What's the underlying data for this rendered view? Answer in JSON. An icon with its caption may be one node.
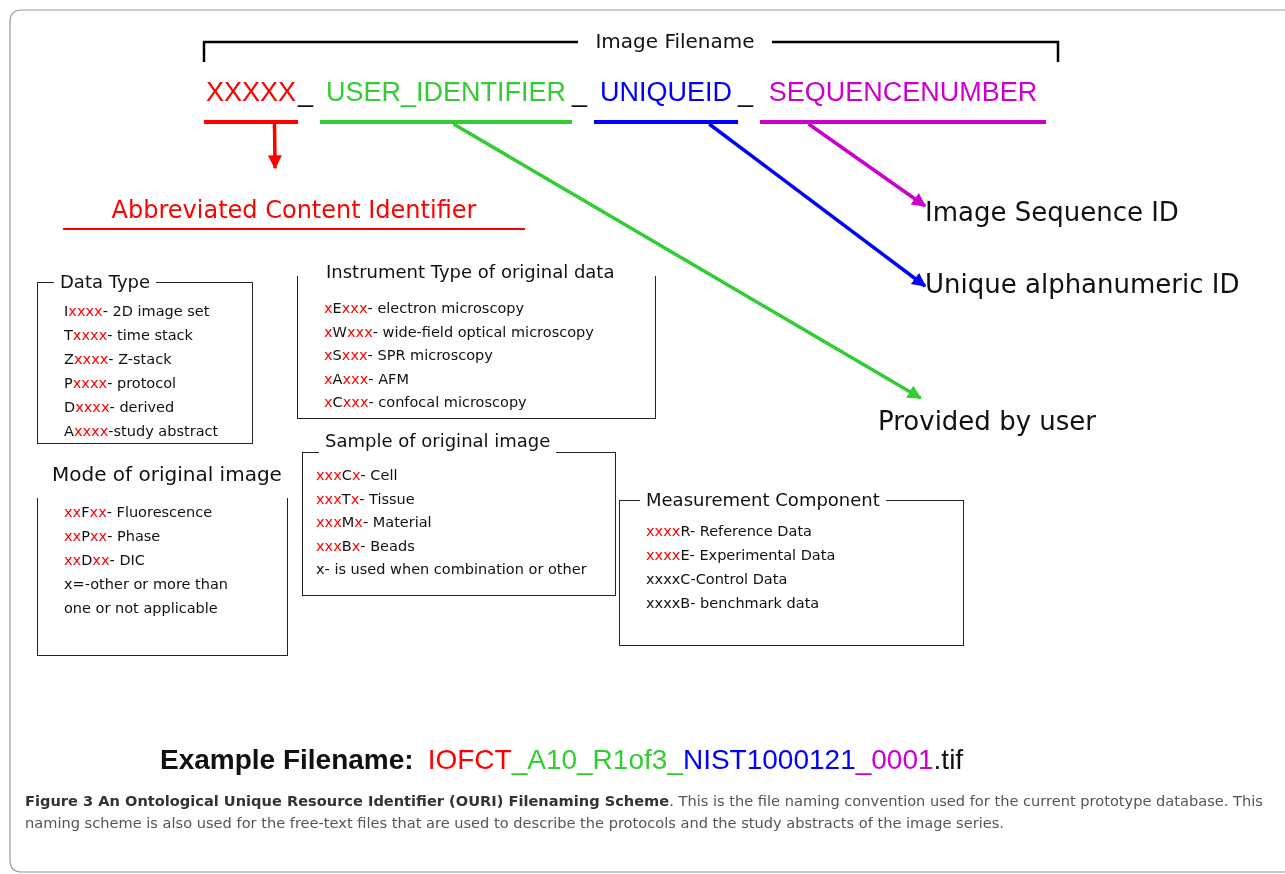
{
  "diagram": {
    "caption": "**Figure 3 An Ontological Unique Resource Identifier (OURI) Filenaming Scheme**. This is the file naming convention used for the current prototype database. This naming scheme is also used for the free-text files that are used to describe the protocols and the study abstracts of the image series.",
    "nodes": [
      {
        "text": [
          "XXXXX"
        ]
      },
      {
        "text": [
          "USER_IDENTIFIER"
        ]
      },
      {
        "text": [
          "UNIQUEID"
        ]
      },
      {
        "text": [
          "SEQUENCENUMBER"
        ]
      },
      {
        "text": [
          "Abbreviated Content Identifier"
        ]
      },
      {
        "text": [
          "Image Sequence ID"
        ]
      },
      {
        "text": [
          "Unique alphanumeric ID"
        ]
      },
      {
        "text": [
          "Provided by user"
        ]
      },
      {
        "text": [
          "Data Type",
          "Ixxxx- 2D image set",
          "Txxxx- time stack",
          "Zxxxx- Z-stack",
          "Pxxxx- protocol",
          "Dxxxx- derived",
          "Axxxx-study abstract"
        ]
      },
      {
        "text": [
          "Mode of original image",
          "xxFxx- Fluorescence",
          "xxPxx- Phase",
          "xxDxx- DIC",
          "x=-other or more than one or not applicable"
        ]
      },
      {
        "text": [
          "Instrument Type of original data",
          "xExxx- electron microscopy",
          "xWxxx- wide-field optical microscopy",
          "xSxxx- SPR microscopy",
          "xAxxx- AFM",
          "xCxxx- confocal microscopy"
        ]
      },
      {
        "text": [
          "Sample of original image",
          "xxxCx- Cell",
          "xxxTx- Tissue",
          "xxxMx- Material",
          "xxxBx-  Beads",
          "x- is used when combination or other"
        ]
      },
      {
        "text": [
          "Measurement Component",
          "xxxxR- Reference Data",
          "xxxxE- Experimental Data",
          "xxxxC-Control Data",
          "xxxxB- benchmark data"
        ]
      }
    ],
    "edges": [
      {
        "from": 0,
        "to": 4,
        "arrow": "to",
        "color": "#ff0000"
      },
      {
        "from": 1,
        "to": 7,
        "arrow": "to",
        "color": "#33cc33"
      },
      {
        "from": 2,
        "to": 6,
        "arrow": "to",
        "color": "#0000ff"
      },
      {
        "from": 3,
        "to": 5,
        "arrow": "to",
        "color": "#cc00cc"
      }
    ],
    "labels": [
      "Image Filename",
      "_",
      "_",
      "_",
      "Example Filename:",
      "IOFCT",
      "_A10_R1of3_",
      "NIST1000121",
      "_0001",
      ".tif"
    ]
  }
}
